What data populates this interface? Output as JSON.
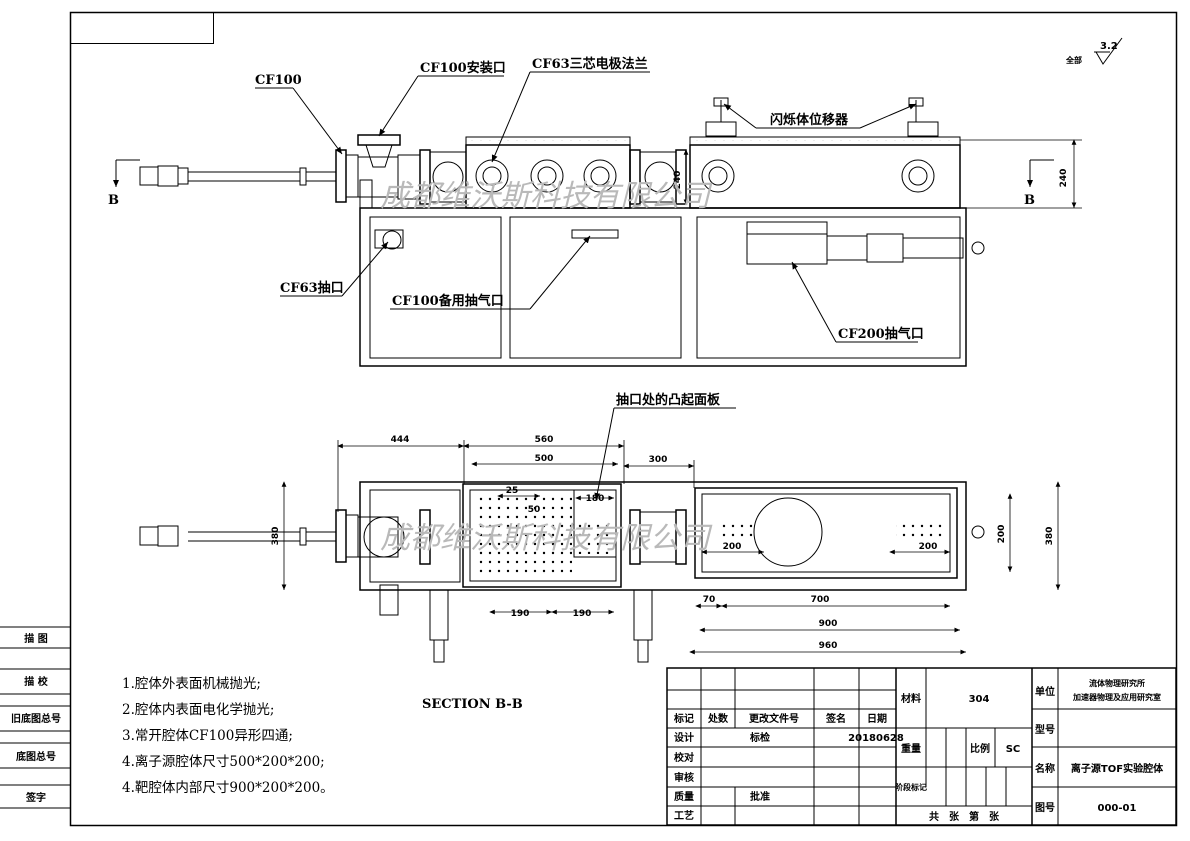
{
  "labels": {
    "cf100": "CF100",
    "cf100_port": "CF100安装口",
    "cf63_flange": "CF63三芯电极法兰",
    "scint": "闪烁体位移器",
    "cf63_pump": "CF63抽口",
    "cf100_spare": "CF100备用抽气口",
    "cf200_pump": "CF200抽气口",
    "bump": "抽口处的凸起面板",
    "section_b_left": "B",
    "section_b_right": "B",
    "section_title": "SECTION B-B",
    "surface_symbol": "全部",
    "roughness": "3.2"
  },
  "dims": {
    "d444": "444",
    "d560": "560",
    "d500": "500",
    "d300": "300",
    "d25": "25",
    "d180": "180",
    "d190a": "190",
    "d190b": "190",
    "d70": "70",
    "d700": "700",
    "d900": "900",
    "d960": "960",
    "d200a": "200",
    "d200b": "200",
    "d200c": "200",
    "d380l": "380",
    "d380r": "380",
    "d240a": "240",
    "d240b": "240",
    "d50": "50"
  },
  "watermark": {
    "top": "成都维沃斯科技有限公司",
    "bottom": "成都维沃斯科技有限公司"
  },
  "notes": [
    "1.腔体外表面机械抛光;",
    "2.腔体内表面电化学抛光;",
    "3.常开腔体CF100异形四通;",
    "4.离子源腔体尺寸500*200*200;",
    "4.靶腔体内部尺寸900*200*200。"
  ],
  "side_stamps": [
    "描 图",
    "描 校",
    "旧底图总号",
    "底图总号",
    "签字"
  ],
  "title_block": {
    "hdr": [
      "标记",
      "处数",
      "更改文件号",
      "签名",
      "日期"
    ],
    "design": "设计",
    "std_check": "标检",
    "date": "20180628",
    "proofread": "校对",
    "review": "审核",
    "quality": "质量",
    "approve": "批准",
    "process": "工艺",
    "material_label": "材料",
    "material": "304",
    "weight_label": "重量",
    "scale_label": "比例",
    "scale": "SC",
    "stage_label": "阶段标记",
    "sheets": "共　张　第　张",
    "unit_label": "单位",
    "unit_line1": "流体物理研究所",
    "unit_line2": "加速器物理及应用研究室",
    "model_label": "型号",
    "name_label": "名称",
    "name": "离子源TOF实验腔体",
    "drawing_no_label": "图号",
    "drawing_no": "000-01"
  },
  "colors": {
    "line": "#000000",
    "watermark": "#b9b9b9",
    "paper": "#ffffff"
  }
}
